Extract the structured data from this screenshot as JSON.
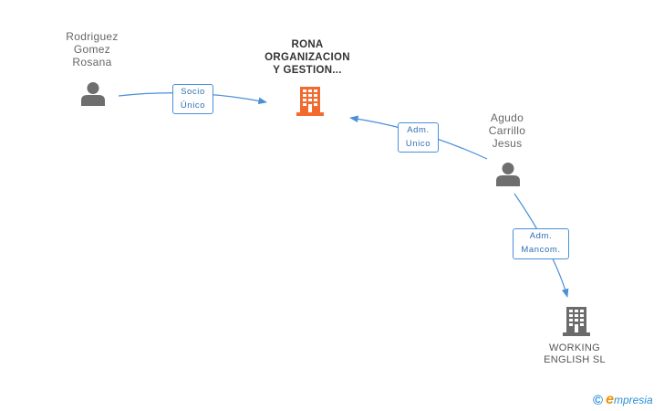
{
  "nodes": {
    "rodriguez": {
      "lines": [
        "Rodriguez",
        "Gomez",
        "Rosana"
      ],
      "type": "person-icon"
    },
    "rona": {
      "lines": [
        "RONA",
        "ORGANIZACION",
        "Y GESTION..."
      ],
      "type": "building-icon",
      "color": "#f26a2e"
    },
    "agudo": {
      "lines": [
        "Agudo",
        "Carrillo",
        "Jesus"
      ],
      "type": "person-icon"
    },
    "working": {
      "lines": [
        "WORKING",
        "ENGLISH SL"
      ],
      "type": "building-icon",
      "color": "#6b6b6b"
    }
  },
  "edges": {
    "socio": {
      "lines": [
        "Socio",
        "Único"
      ]
    },
    "adm_unico": {
      "lines": [
        "Adm.",
        "Unico"
      ]
    },
    "adm_mancom": {
      "lines": [
        "Adm.",
        "Mancom."
      ]
    }
  },
  "brand": {
    "copyright": "©",
    "initial": "e",
    "rest": "mpresia"
  },
  "colors": {
    "edge": "#4a90d9",
    "person": "#6e6e6e"
  }
}
